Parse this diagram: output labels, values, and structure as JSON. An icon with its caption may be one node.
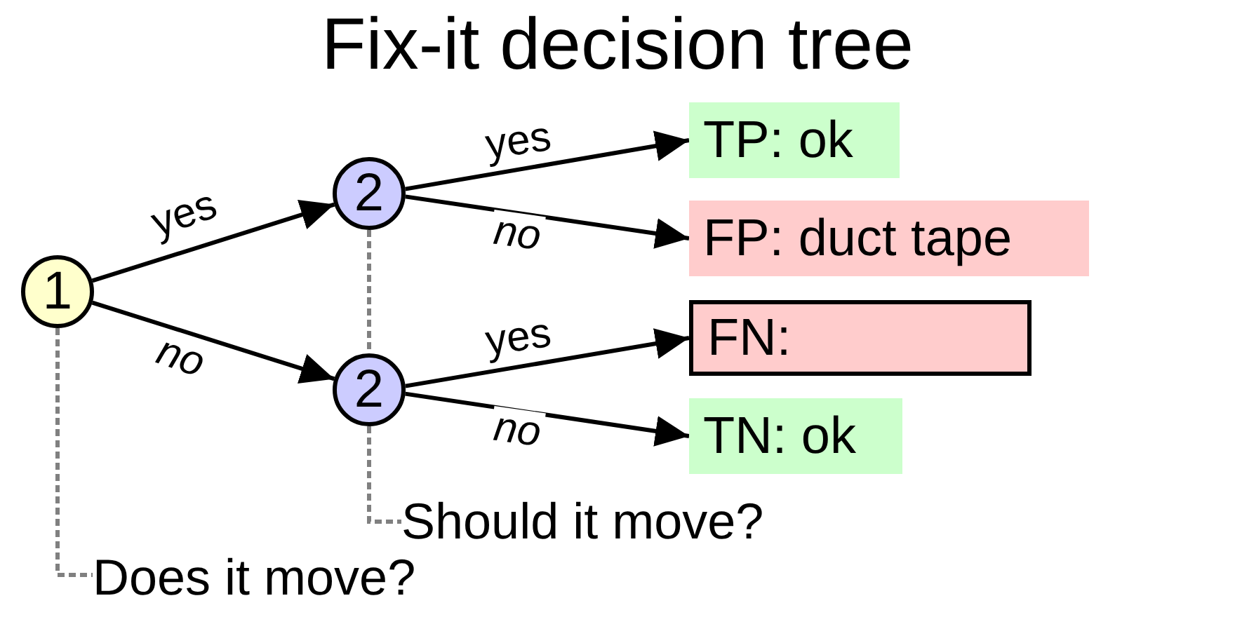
{
  "diagram": {
    "title": "Fix-it decision tree",
    "nodes": [
      {
        "text": [
          "1"
        ]
      },
      {
        "text": [
          "2"
        ]
      },
      {
        "text": [
          "2"
        ]
      },
      {
        "text": [
          "TP: ok"
        ]
      },
      {
        "text": [
          "FP: duct tape"
        ]
      },
      {
        "text": [
          "FN:"
        ]
      },
      {
        "text": [
          "TN: ok"
        ]
      },
      {
        "text": [
          "Does it move?"
        ]
      },
      {
        "text": [
          "Should it move?"
        ]
      }
    ],
    "edges": [
      {
        "from": 0,
        "to": 1,
        "arrow": "to",
        "label": "yes"
      },
      {
        "from": 0,
        "to": 2,
        "arrow": "to",
        "label": "no"
      },
      {
        "from": 1,
        "to": 3,
        "arrow": "to",
        "label": "yes"
      },
      {
        "from": 1,
        "to": 4,
        "arrow": "to",
        "label": "no"
      },
      {
        "from": 2,
        "to": 5,
        "arrow": "to",
        "label": "yes"
      },
      {
        "from": 2,
        "to": 6,
        "arrow": "to",
        "label": "no"
      },
      {
        "from": 0,
        "to": 7,
        "arrow": "none",
        "style": "dashed",
        "color": "#808080"
      },
      {
        "from": 1,
        "to": 2,
        "arrow": "none",
        "style": "dashed",
        "color": "#808080"
      },
      {
        "from": 2,
        "to": 8,
        "arrow": "none",
        "style": "dashed",
        "color": "#808080"
      }
    ]
  }
}
